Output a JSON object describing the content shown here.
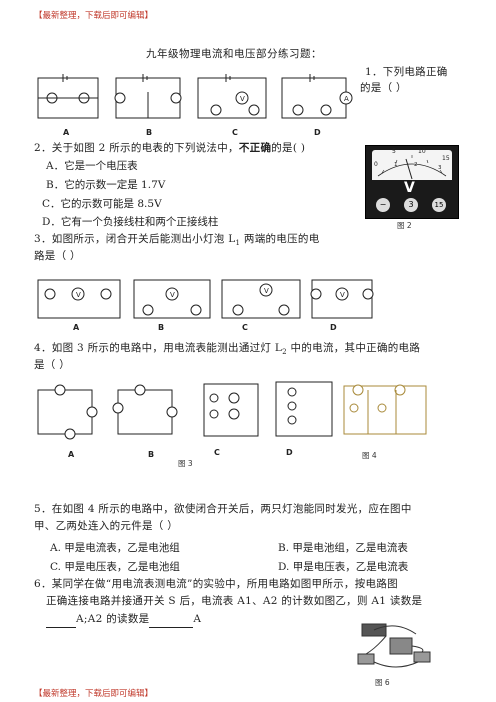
{
  "banner_top": "【最新整理，下载后即可编辑】",
  "banner_bottom": "【最新整理，下载后即可编辑】",
  "title": "九年级物理电流和电压部分练习题：",
  "q1": {
    "text_line1": "1．下列电路正确",
    "text_line2": "的是（     ）",
    "labels": [
      "A",
      "B",
      "C",
      "D"
    ]
  },
  "q2": {
    "text_before": "2．关于如图 2 所示的电表的下列说法中，",
    "text_strong": "不正确",
    "text_after": "的是(     )",
    "options": [
      "A．它是一个电压表",
      "B．它的示数一定是 1.7V",
      "C．它的示数可能是 8.5V",
      "D．它有一个负接线柱和两个正接线柱"
    ],
    "figure_caption": "图 2",
    "meter": {
      "unit": "V",
      "scale_top": [
        "5",
        "10"
      ],
      "scale_bottom": [
        "1",
        "2"
      ],
      "left_zero": "0",
      "right_top": "15",
      "right_bottom": "3",
      "terminals": [
        "−",
        "3",
        "15"
      ]
    }
  },
  "q3": {
    "text_line1": "3．如图所示，闭合开关后能测出小灯泡 L",
    "sub": "1",
    "text_line1b": " 两端的电压的电",
    "text_line2": "路是（        ）",
    "labels": [
      "A",
      "B",
      "C",
      "D"
    ]
  },
  "q4": {
    "text_line1": "4．如图 3 所示的电路中，用电流表能测出通过灯 L",
    "sub": "2",
    "text_line1b": " 中的电流，其中正确的电路",
    "text_line2": "是（        ）",
    "labels": [
      "A",
      "B",
      "C",
      "D"
    ],
    "caption3": "图 3",
    "caption4": "图 4"
  },
  "q5": {
    "text_line1": "5．在如图 4 所示的电路中，欲使闭合开关后，两只灯泡能同时发光，应在图中",
    "text_line2": "甲、乙两处连入的元件是（     ）",
    "options": [
      "A. 甲是电流表，乙是电池组",
      "B. 甲是电池组，乙是电流表",
      "C. 甲是电压表，乙是电池组",
      "D. 甲是电压表，乙是电流表"
    ]
  },
  "q6": {
    "text_line1": "6．某同学在做“用电流表测电流”的实验中，所用电路如图甲所示，按电路图",
    "text_line2": "正确连接电路并接通开关 S 后，电流表 A1、A2 的计数如图乙，则 A1 读数是",
    "text_line3a": "A;A2 的读数是",
    "text_line3b": "A",
    "figure_caption": "图 6"
  }
}
